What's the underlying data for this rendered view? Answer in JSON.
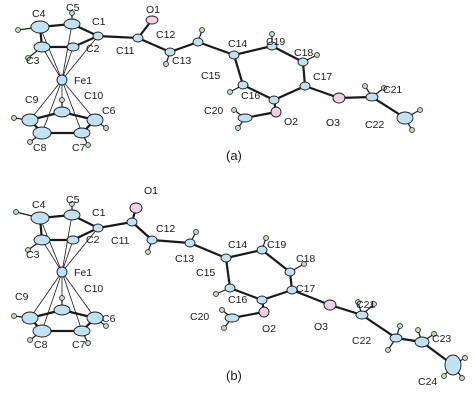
{
  "panels": [
    {
      "caption": "(a)",
      "labels": [
        "C4",
        "C5",
        "C1",
        "O1",
        "C3",
        "C2",
        "C11",
        "C12",
        "C14",
        "C19",
        "C13",
        "C18",
        "C15",
        "C17",
        "C21",
        "Fe1",
        "C10",
        "C16",
        "C9",
        "C6",
        "C20",
        "O2",
        "O3",
        "C22",
        "C8",
        "C7"
      ]
    },
    {
      "caption": "(b)",
      "labels": [
        "O1",
        "C4",
        "C5",
        "C1",
        "C12",
        "C3",
        "C2",
        "C11",
        "C14",
        "C19",
        "C18",
        "C13",
        "Fe1",
        "C15",
        "C17",
        "C9",
        "C10",
        "C16",
        "C21",
        "C6",
        "C20",
        "O2",
        "O3",
        "C23",
        "C22",
        "C8",
        "C7",
        "C24"
      ]
    }
  ],
  "colors": {
    "carbon": "#bfe3f5",
    "oxygen": "#f0d2e6",
    "hydrogen": "#b8ddb8",
    "bond": "#1a1a1a"
  }
}
